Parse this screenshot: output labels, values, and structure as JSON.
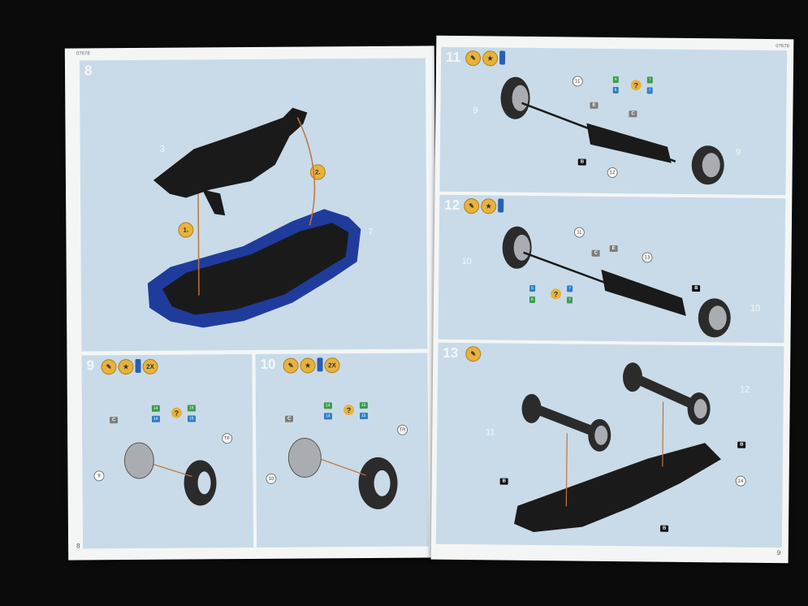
{
  "left_page": {
    "code": "07678",
    "page_number": "8",
    "steps": [
      {
        "number": "8",
        "parts": [
          "3",
          "7"
        ],
        "arrows": [
          "1.",
          "2."
        ]
      },
      {
        "number": "9",
        "badge": "2X",
        "tags": [
          "C"
        ],
        "parts": [
          "9",
          "TF"
        ],
        "stickers": [
          "14",
          "15"
        ]
      },
      {
        "number": "10",
        "badge": "2X",
        "tags": [
          "C"
        ],
        "parts": [
          "10",
          "TR"
        ],
        "stickers": [
          "14",
          "15"
        ]
      }
    ]
  },
  "right_page": {
    "code": "07678",
    "page_number": "9",
    "steps": [
      {
        "number": "11",
        "tags": [
          "E",
          "C",
          "B"
        ],
        "parts": [
          "9",
          "11",
          "12",
          "9"
        ],
        "stickers": [
          "6",
          "7"
        ]
      },
      {
        "number": "12",
        "tags": [
          "C",
          "E",
          "B"
        ],
        "parts": [
          "10",
          "11",
          "13",
          "10"
        ],
        "stickers": [
          "6",
          "7"
        ]
      },
      {
        "number": "13",
        "tags": [
          "B"
        ],
        "parts": [
          "11",
          "12",
          "14"
        ]
      }
    ]
  },
  "colors": {
    "panel": "#c9dbe8",
    "body_blue": "#1f3c9c",
    "part_black": "#1a1a1a",
    "tire": "#2b2b2b",
    "rim": "#a9adb1",
    "accent": "#e8b23c"
  }
}
